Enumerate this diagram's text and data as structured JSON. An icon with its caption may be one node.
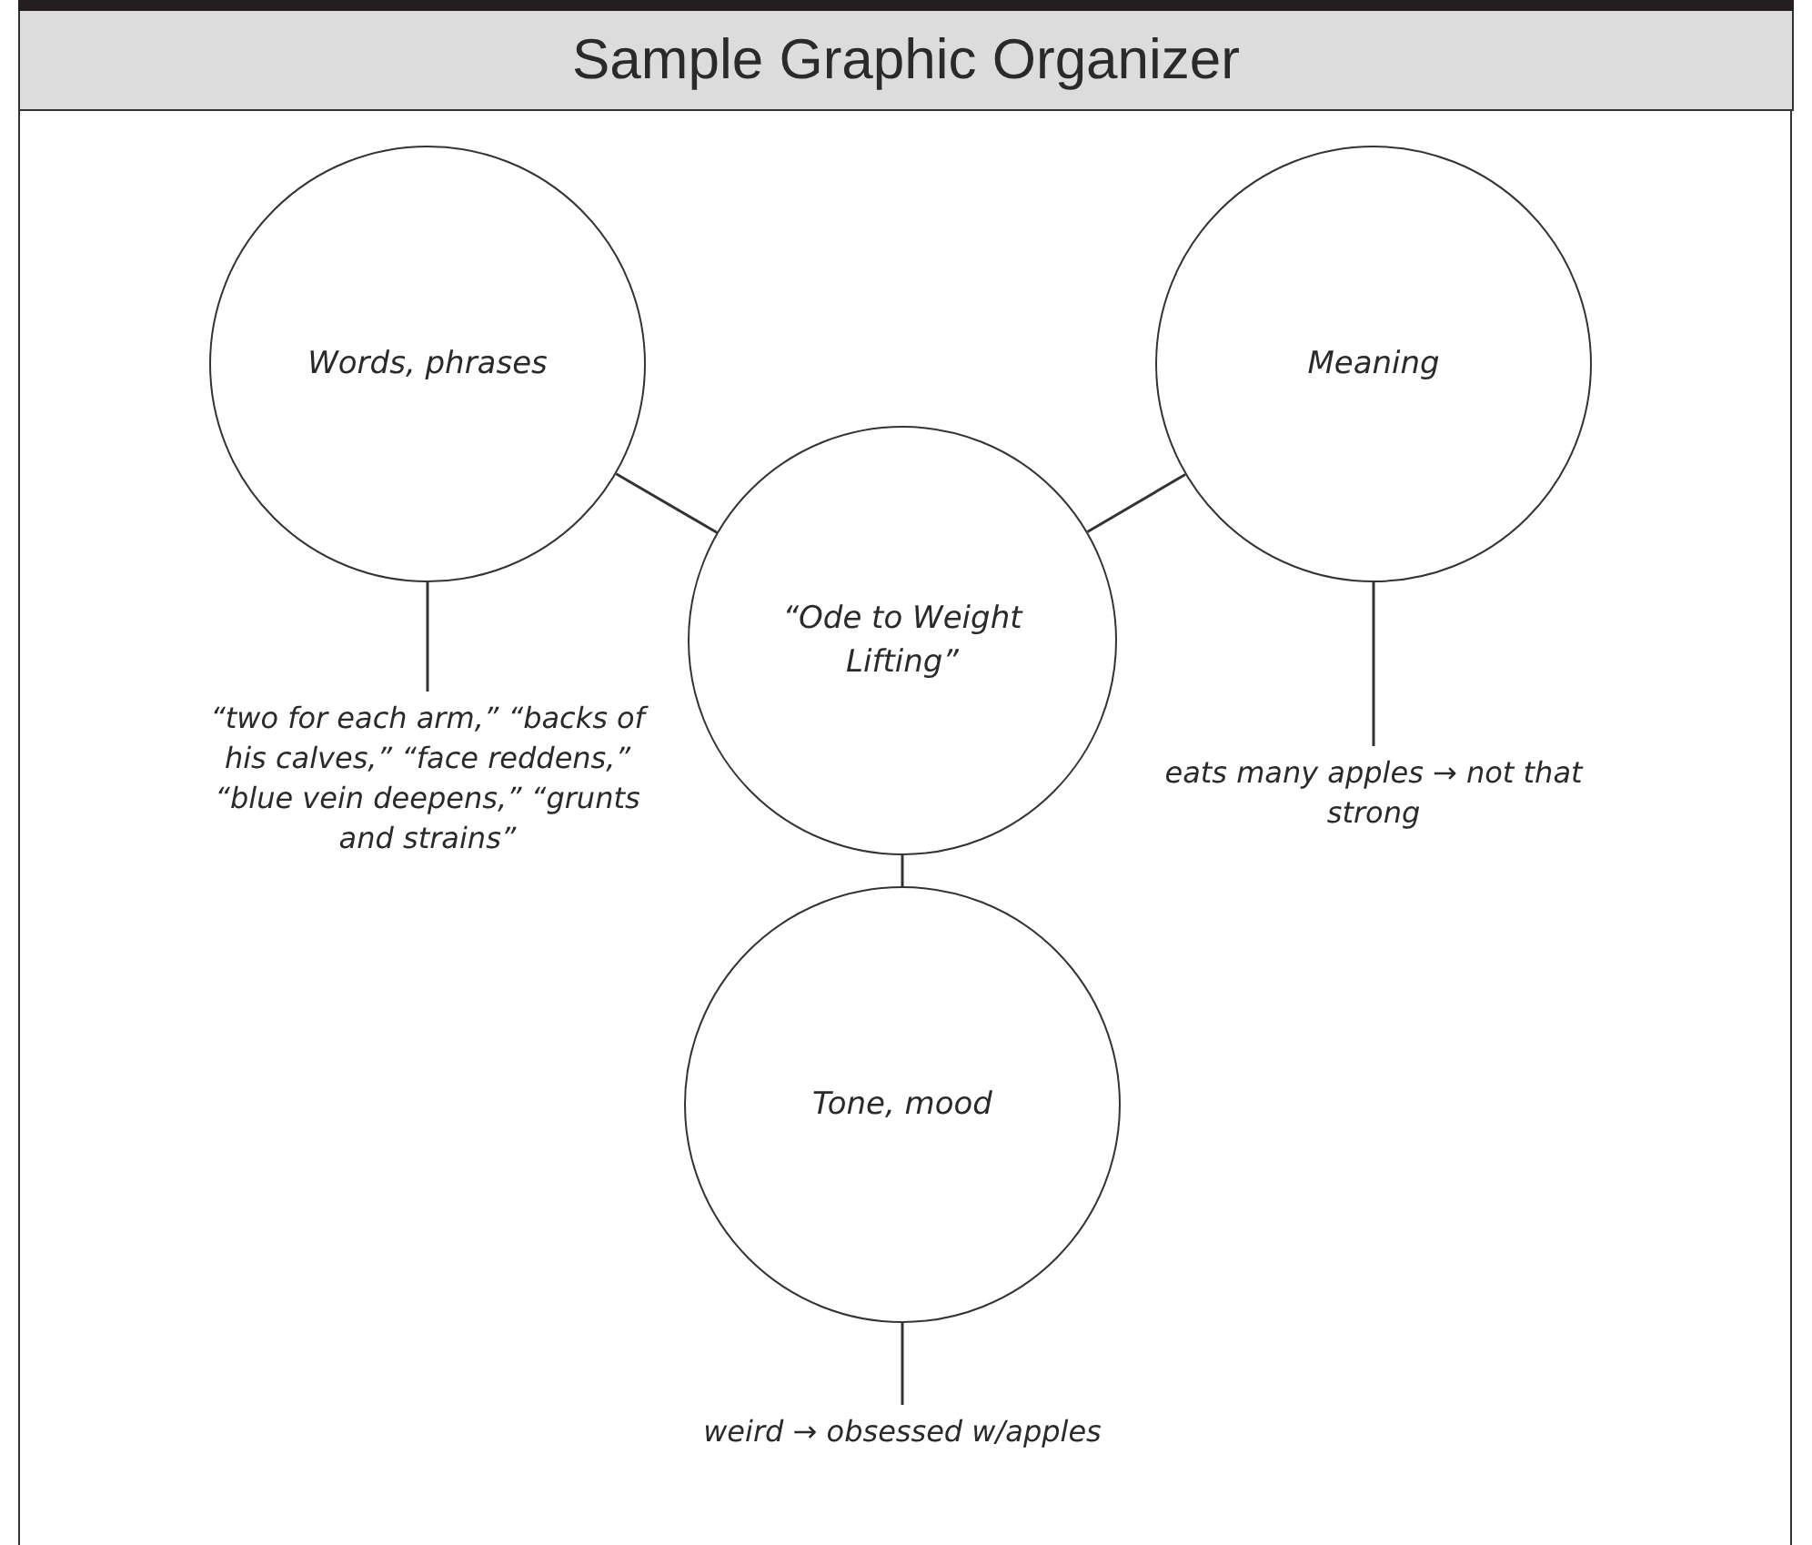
{
  "diagram": {
    "title": "Sample Graphic Organizer",
    "nodes": [
      {
        "text": [
          "“Ode to Weight Lifting”"
        ]
      },
      {
        "text": [
          "Words, phrases"
        ]
      },
      {
        "text": [
          "Meaning"
        ]
      },
      {
        "text": [
          "Tone, mood"
        ]
      },
      {
        "text": [
          "“two for each arm,” “backs of his calves,” “face reddens,” “blue vein deepens,” “grunts and strains”"
        ]
      },
      {
        "text": [
          "eats many apples → not that strong"
        ]
      },
      {
        "text": [
          "weird → obsessed w/apples"
        ]
      }
    ],
    "edges": [
      {
        "from": 0,
        "to": 1,
        "arrow": "none"
      },
      {
        "from": 0,
        "to": 2,
        "arrow": "none"
      },
      {
        "from": 0,
        "to": 3,
        "arrow": "none"
      },
      {
        "from": 1,
        "to": 4,
        "arrow": "none"
      },
      {
        "from": 2,
        "to": 5,
        "arrow": "none"
      },
      {
        "from": 3,
        "to": 6,
        "arrow": "none"
      }
    ]
  }
}
